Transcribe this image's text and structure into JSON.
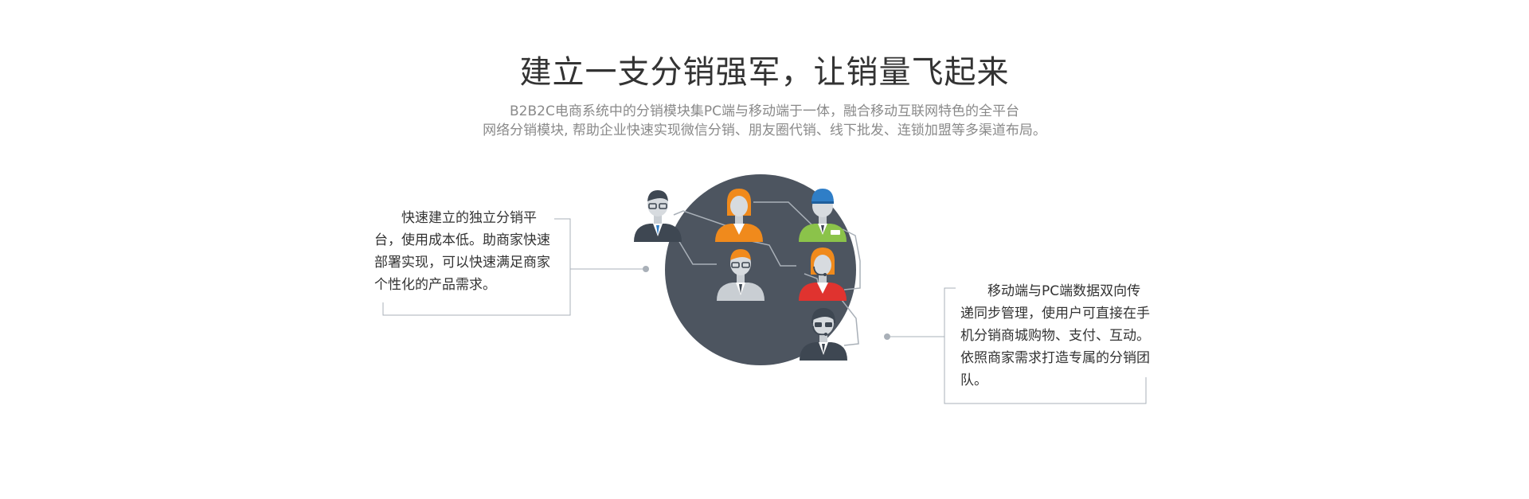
{
  "header": {
    "title": "建立一支分销强军，让销量飞起来",
    "subtitle_line1": "B2B2C电商系统中的分销模块集PC端与移动端于一体，融合移动互联网特色的全平台",
    "subtitle_line2": "网络分销模块, 帮助企业快速实现微信分销、朋友圈代销、线下批发、连锁加盟等多渠道布局。"
  },
  "features": {
    "left": {
      "text": "快速建立的独立分销平台，使用成本低。助商家快速部署实现，可以快速满足商家个性化的产品需求。"
    },
    "right": {
      "text": "移动端与PC端数据双向传递同步管理，使用户可直接在手机分销商城购物、支付、互动。依照商家需求打造专属的分销团队。"
    }
  },
  "colors": {
    "circle": "#4d5560",
    "line": "#a9b0b8",
    "orange": "#f08a1c",
    "green": "#8bc34a",
    "red": "#e0332f",
    "blue": "#2f7ec7",
    "skin": "#d7dbdf",
    "suit_dark": "#3e4752",
    "suit_light": "#c9ced3"
  },
  "icons": [
    "businessman-glasses-icon",
    "businesswoman-orange-icon",
    "worker-green-icon",
    "businessman-light-icon",
    "support-woman-red-icon",
    "support-man-headset-icon"
  ]
}
